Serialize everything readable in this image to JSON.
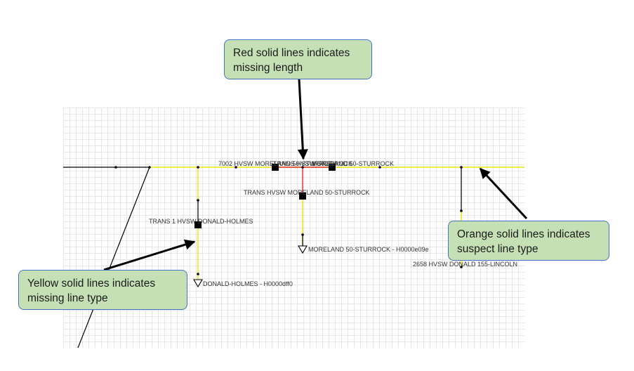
{
  "labels": {
    "feeder_upper": "7002 HVSW MORELAND 50-STURROCK",
    "feeder_overlap_a": "TRANS HVSW STURROCK",
    "feeder_overlap_b": "MORELAND 50-STURROCK",
    "trans_moreland": "TRANS HVSW MORELAND 50-STURROCK",
    "trans_donald": "TRANS 1 HVSW DONALD-HOLMES",
    "load_moreland": "MORELAND 50-STURROCK - H0000e09e",
    "load_donald": "DONALD-HOLMES - H0000dff0",
    "donald_lincoln": "2658 HVSW DONALD 155-LINCOLN"
  },
  "callouts": {
    "red": [
      "Red solid lines indicates",
      "missing length"
    ],
    "orange": [
      "Orange solid lines indicates",
      "suspect line type"
    ],
    "yellow": [
      "Yellow solid lines indicates",
      "missing line type"
    ]
  },
  "colors": {
    "missing_line_type": "#f2e600",
    "missing_length": "#e03030",
    "existing_line": "#000000",
    "callout_fill": "#c5e0b4",
    "callout_border": "#4472c4"
  }
}
